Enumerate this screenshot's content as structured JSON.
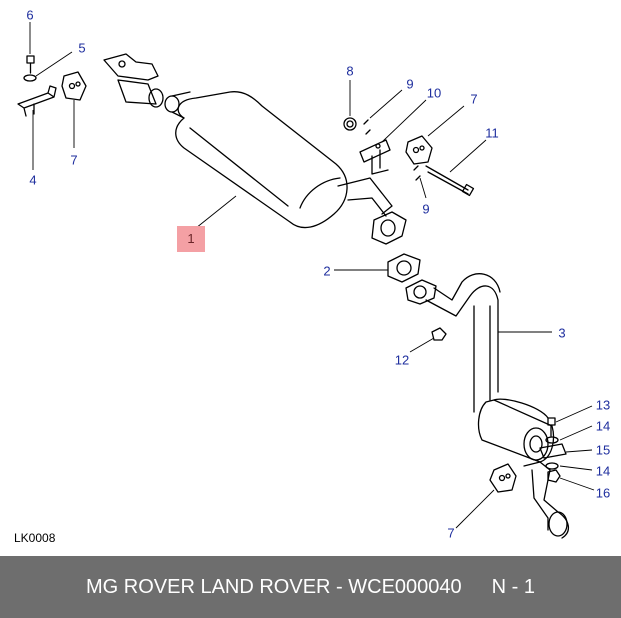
{
  "diagram": {
    "code": "LK0008",
    "highlight_label": "1",
    "callouts": [
      {
        "id": "c6",
        "text": "6"
      },
      {
        "id": "c5",
        "text": "5"
      },
      {
        "id": "c7a",
        "text": "7"
      },
      {
        "id": "c4",
        "text": "4"
      },
      {
        "id": "c8",
        "text": "8"
      },
      {
        "id": "c9a",
        "text": "9"
      },
      {
        "id": "c10",
        "text": "10"
      },
      {
        "id": "c7b",
        "text": "7"
      },
      {
        "id": "c11",
        "text": "11"
      },
      {
        "id": "c9b",
        "text": "9"
      },
      {
        "id": "c2",
        "text": "2"
      },
      {
        "id": "c3",
        "text": "3"
      },
      {
        "id": "c12",
        "text": "12"
      },
      {
        "id": "c13",
        "text": "13"
      },
      {
        "id": "c14a",
        "text": "14"
      },
      {
        "id": "c15",
        "text": "15"
      },
      {
        "id": "c14b",
        "text": "14"
      },
      {
        "id": "c16",
        "text": "16"
      },
      {
        "id": "c7c",
        "text": "7"
      }
    ]
  },
  "footer": {
    "title": "MG ROVER LAND ROVER - WCE000040",
    "page": "N - 1"
  }
}
